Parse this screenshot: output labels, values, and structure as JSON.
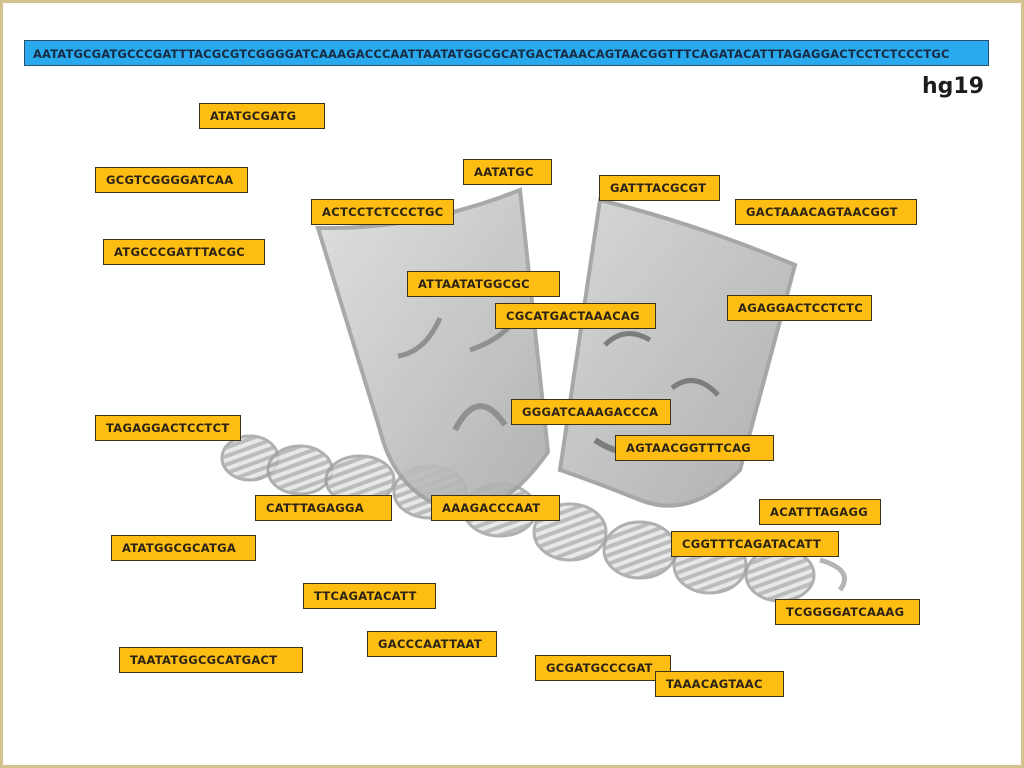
{
  "reference": {
    "sequence": "AATATGCGATGCCCGATTTACGCGTCGGGGATCAAAGACCCAATTAATATGGCGCATGACTAAACAGTAACGGTTTCAGATACATTTAGAGGACTCCTCTCCCTGC",
    "genome": "hg19"
  },
  "reads": [
    "ATATGCGATG",
    "GCGTCGGGGATCAA",
    "AATATGC",
    "GATTTACGCGT",
    "ACTCCTCTCCCTGC",
    "GACTAAACAGTAACGGT",
    "ATGCCCGATTTACGC",
    "ATTAATATGGCGC",
    "AGAGGACTCCTCTC",
    "CGCATGACTAAACAG",
    "GGGATCAAAGACCCA",
    "TAGAGGACTCCTCT",
    "AGTAACGGTTTCAG",
    "CATTTAGAGGA",
    "AAAGACCCAAT",
    "ACATTTAGAGG",
    "ATATGGCGCATGA",
    "CGGTTTCAGATACATT",
    "TTCAGATACATT",
    "TCGGGGATCAAAG",
    "GACCCAATTAAT",
    "TAATATGGCGCATGACT",
    "GCGATGCCCGAT",
    "TAAACAGTAAC"
  ]
}
